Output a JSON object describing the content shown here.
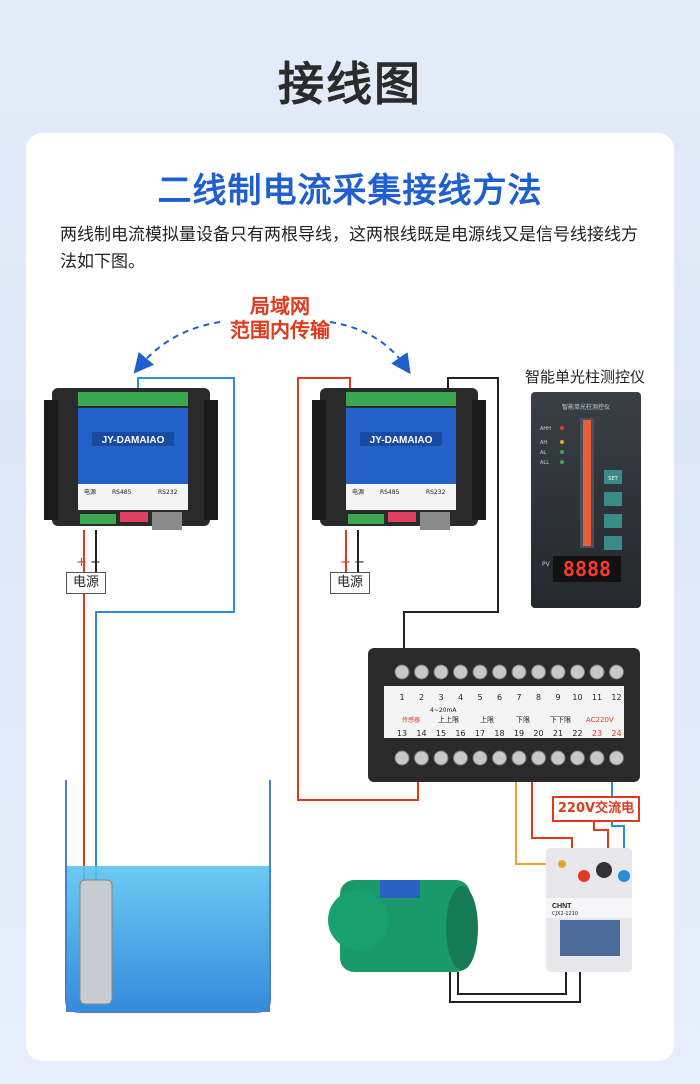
{
  "page": {
    "title": "接线图"
  },
  "section": {
    "title": "二线制电流采集接线方法",
    "description": "两线制电流模拟量设备只有两根导线，这两根线既是电源线又是信号线接线方法如下图。"
  },
  "diagram": {
    "lan_label_line1": "局域网",
    "lan_label_line2": "范围内传输",
    "module_brand": "JY-DAMAIAO",
    "module_power_label": "电源",
    "module_rs485_label": "RS485",
    "module_rs232_label": "RS232",
    "terminal_plus": "+",
    "terminal_minus": "−",
    "power_box_label": "电源",
    "meter_title": "智能单光柱测控仪",
    "meter_panel_title": "智能单光柱测控仪",
    "meter_indicators": [
      "AHH",
      "AH",
      "AL",
      "ALL"
    ],
    "meter_pv_label": "PV",
    "meter_display": "8888",
    "meter_set_label": "SET",
    "terminal_numbers_top": [
      "1",
      "2",
      "3",
      "4",
      "5",
      "6",
      "7",
      "8",
      "9",
      "10",
      "11",
      "12"
    ],
    "terminal_numbers_bottom": [
      "13",
      "14",
      "15",
      "16",
      "17",
      "18",
      "19",
      "20",
      "21",
      "22",
      "23",
      "24"
    ],
    "terminal_group_labels": [
      "传感器",
      "上上限",
      "上限",
      "下限",
      "下下限",
      "AC220V"
    ],
    "terminal_signal_label": "4~20mA",
    "ac_label": "220V交流电",
    "contactor_brand": "CHNT",
    "contactor_model": "CJX2-1210",
    "accent_blue": "#1f5fd0",
    "accent_red": "#e03a1e",
    "module_color": "#1f5fc8",
    "water_color": "#2aa0e0"
  }
}
